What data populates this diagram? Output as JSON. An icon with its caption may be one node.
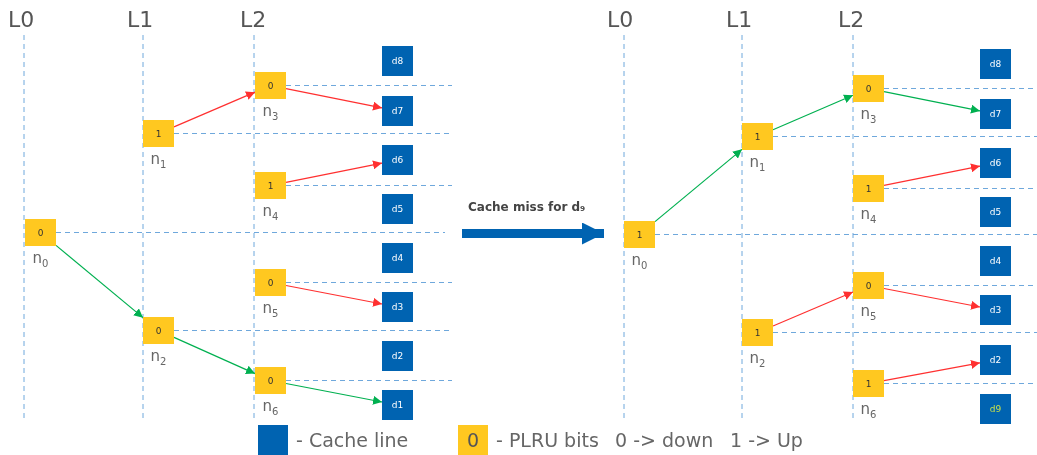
{
  "diagram": {
    "nodes": [
      {
        "text": [
          "0"
        ],
        "beside": [
          "n$_{0}$"
        ]
      },
      {
        "text": [
          "1"
        ],
        "beside": [
          "n$_{1}$"
        ]
      },
      {
        "text": [
          "0"
        ],
        "beside": [
          "n$_{2}$"
        ]
      },
      {
        "text": [
          "0"
        ],
        "beside": [
          "n$_{3}$"
        ]
      },
      {
        "text": [
          "1"
        ],
        "beside": [
          "n$_{4}$"
        ]
      },
      {
        "text": [
          "0"
        ],
        "beside": [
          "n$_{5}$"
        ]
      },
      {
        "text": [
          "0"
        ],
        "beside": [
          "n$_{6}$"
        ]
      },
      {
        "text": [
          "d8"
        ]
      },
      {
        "text": [
          "d7"
        ]
      },
      {
        "text": [
          "d6"
        ]
      },
      {
        "text": [
          "d5"
        ]
      },
      {
        "text": [
          "d4"
        ]
      },
      {
        "text": [
          "d3"
        ]
      },
      {
        "text": [
          "d2"
        ]
      },
      {
        "text": [
          "d1"
        ]
      },
      {
        "text": [
          "1"
        ],
        "beside": [
          "n$_{0}$"
        ]
      },
      {
        "text": [
          "1"
        ],
        "beside": [
          "n$_{1}$"
        ]
      },
      {
        "text": [
          "1"
        ],
        "beside": [
          "n$_{2}$"
        ]
      },
      {
        "text": [
          "0"
        ],
        "beside": [
          "n$_{3}$"
        ]
      },
      {
        "text": [
          "1"
        ],
        "beside": [
          "n$_{4}$"
        ]
      },
      {
        "text": [
          "0"
        ],
        "beside": [
          "n$_{5}$"
        ]
      },
      {
        "text": [
          "1"
        ],
        "beside": [
          "n$_{6}$"
        ]
      },
      {
        "text": [
          "d8"
        ]
      },
      {
        "text": [
          "d7"
        ]
      },
      {
        "text": [
          "d6"
        ]
      },
      {
        "text": [
          "d5"
        ]
      },
      {
        "text": [
          "d4"
        ]
      },
      {
        "text": [
          "d3"
        ]
      },
      {
        "text": [
          "d2"
        ]
      },
      {
        "text": [
          "d9"
        ]
      }
    ],
    "edges": [
      {
        "from": 1,
        "to": 3,
        "arrow": "to"
      },
      {
        "from": 3,
        "to": 8,
        "arrow": "to"
      },
      {
        "from": 4,
        "to": 9,
        "arrow": "to"
      },
      {
        "from": 0,
        "to": 2,
        "arrow": "to",
        "color": "#00b050"
      },
      {
        "from": 5,
        "to": 12,
        "arrow": "to"
      },
      {
        "from": 2,
        "to": 6,
        "arrow": "to",
        "color": "#00b050"
      },
      {
        "from": 6,
        "to": 14,
        "arrow": "to",
        "color": "#00b050"
      },
      {
        "from": null,
        "to": 15,
        "arrow": "to",
        "label": "Cache miss for d₉",
        "style": "thick",
        "color": "#0063b1"
      },
      {
        "from": 15,
        "to": 16,
        "arrow": "to",
        "color": "#00b050"
      },
      {
        "from": 16,
        "to": 18,
        "arrow": "to",
        "color": "#00b050"
      },
      {
        "from": 18,
        "to": 23,
        "arrow": "to",
        "color": "#00b050"
      },
      {
        "from": 19,
        "to": 24,
        "arrow": "to"
      },
      {
        "from": 17,
        "to": 20,
        "arrow": "to"
      },
      {
        "from": 20,
        "to": 27,
        "arrow": "to"
      },
      {
        "from": 21,
        "to": 28,
        "arrow": "to"
      }
    ],
    "labels": [
      "L0",
      "L1",
      "L2",
      "L0",
      "L1",
      "L2",
      "0",
      "0 -> down",
      "1 -> Up"
    ],
    "legend": [
      {
        "text": "- Cache line",
        "color": "#0063b1"
      },
      {
        "text": "- PLRU bits",
        "color": "#ffc820"
      }
    ]
  }
}
